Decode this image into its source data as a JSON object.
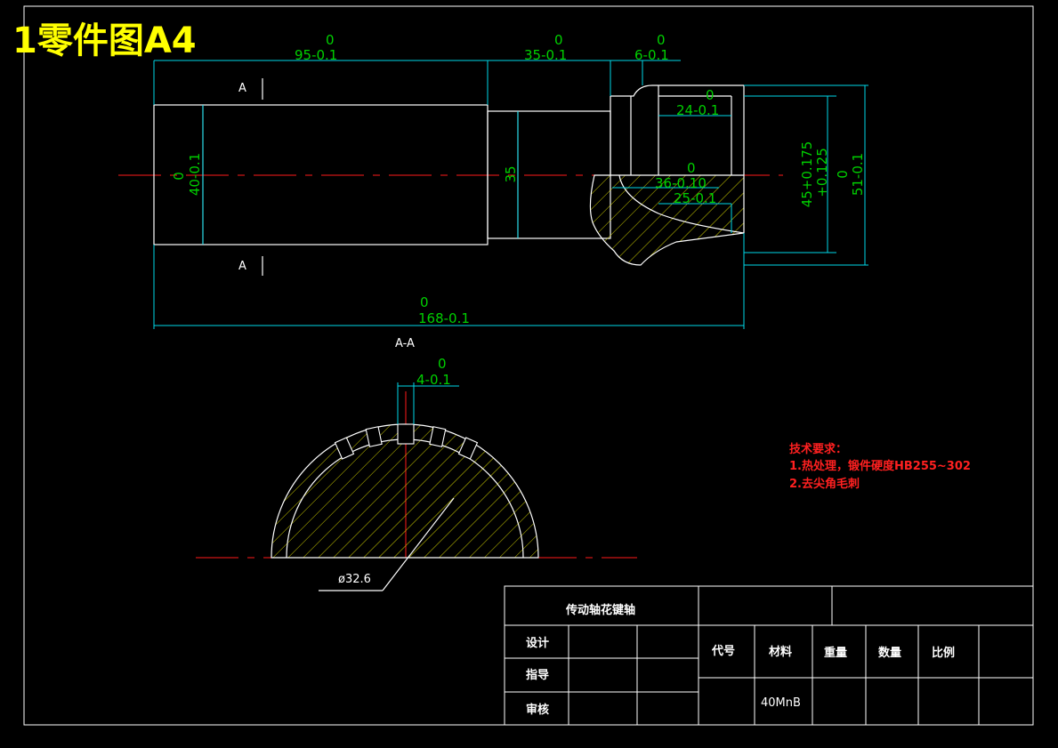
{
  "title": "1零件图A4",
  "dimensions": {
    "len95": {
      "upper": "0",
      "main": "95-0.1"
    },
    "len35": {
      "upper": "0",
      "main": "35-0.1"
    },
    "len6": {
      "upper": "0",
      "main": "6-0.1"
    },
    "len24": {
      "upper": "0",
      "main": "24-0.1"
    },
    "len36": {
      "upper": "0",
      "main": "36-0.10"
    },
    "len25": "25-0.1",
    "dia40": {
      "upper": "0",
      "main": "40-0.1"
    },
    "dia35": "35",
    "dia45": {
      "upper": "45+0.175",
      "lower": "+0.125"
    },
    "dia51": {
      "upper": "0",
      "main": "51-0.1"
    },
    "len168": {
      "upper": "0",
      "main": "168-0.1"
    },
    "key4": {
      "upper": "0",
      "main": "4-0.1"
    },
    "dia32": "ø32.6"
  },
  "section_labels": {
    "cut_top": "A",
    "cut_bottom": "A",
    "view": "A-A"
  },
  "tech_requirements": {
    "heading": "技术要求：",
    "line1": "1.热处理，锻件硬度HB255~302",
    "line2": "2.去尖角毛刺"
  },
  "title_block": {
    "part_name": "传动轴花键轴",
    "design": "设计",
    "guide": "指导",
    "review": "审核",
    "code": "代号",
    "material_label": "材料",
    "weight": "重量",
    "quantity": "数量",
    "scale": "比例",
    "material_value": "40MnB"
  }
}
